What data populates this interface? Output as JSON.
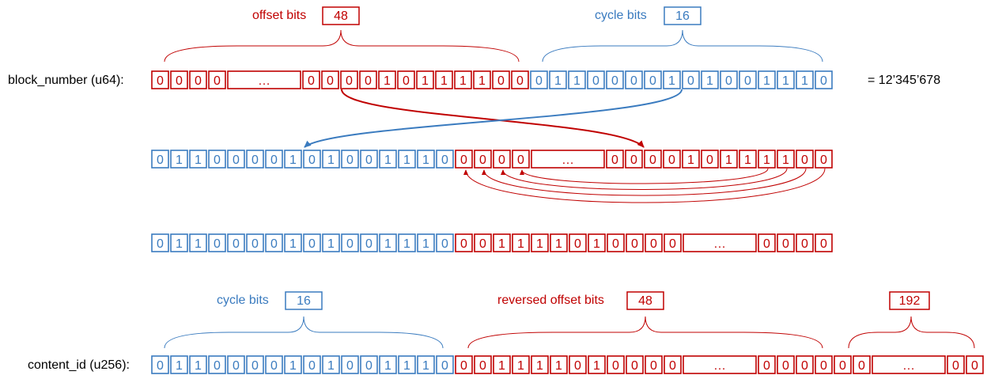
{
  "colors": {
    "red": "#c00000",
    "blue": "#3a7bbf",
    "text": "#000000"
  },
  "labels": {
    "block_number": "block_number (u64):",
    "content_id": "content_id (u256):",
    "result": "= 12’345’678"
  },
  "annotations": {
    "offset_bits_label": "offset bits",
    "offset_bits_value": "48",
    "cycle_bits_label": "cycle bits",
    "cycle_bits_value": "16",
    "cycle_bits2_label": "cycle bits",
    "cycle_bits2_value": "16",
    "reversed_offset_label": "reversed offset bits",
    "reversed_offset_value": "48",
    "padding_value": "192"
  },
  "rows": {
    "row1": [
      "0",
      "0",
      "0",
      "0",
      "…",
      "0",
      "0",
      "0",
      "0",
      "1",
      "0",
      "1",
      "1",
      "1",
      "1",
      "0",
      "0",
      "0",
      "1",
      "1",
      "0",
      "0",
      "0",
      "0",
      "1",
      "0",
      "1",
      "0",
      "0",
      "1",
      "1",
      "1",
      "0"
    ],
    "row2": [
      "0",
      "1",
      "1",
      "0",
      "0",
      "0",
      "0",
      "1",
      "0",
      "1",
      "0",
      "0",
      "1",
      "1",
      "1",
      "0",
      "0",
      "0",
      "0",
      "0",
      "…",
      "0",
      "0",
      "0",
      "0",
      "1",
      "0",
      "1",
      "1",
      "1",
      "1",
      "0",
      "0"
    ],
    "row3": [
      "0",
      "1",
      "1",
      "0",
      "0",
      "0",
      "0",
      "1",
      "0",
      "1",
      "0",
      "0",
      "1",
      "1",
      "1",
      "0",
      "0",
      "0",
      "1",
      "1",
      "1",
      "1",
      "0",
      "1",
      "0",
      "0",
      "0",
      "0",
      "…",
      "0",
      "0",
      "0",
      "0"
    ],
    "row4": [
      "0",
      "1",
      "1",
      "0",
      "0",
      "0",
      "0",
      "1",
      "0",
      "1",
      "0",
      "0",
      "1",
      "1",
      "1",
      "0",
      "0",
      "0",
      "1",
      "1",
      "1",
      "1",
      "0",
      "1",
      "0",
      "0",
      "0",
      "0",
      "…",
      "0",
      "0",
      "0",
      "0",
      "0",
      "0",
      "…",
      "0",
      "0"
    ]
  }
}
